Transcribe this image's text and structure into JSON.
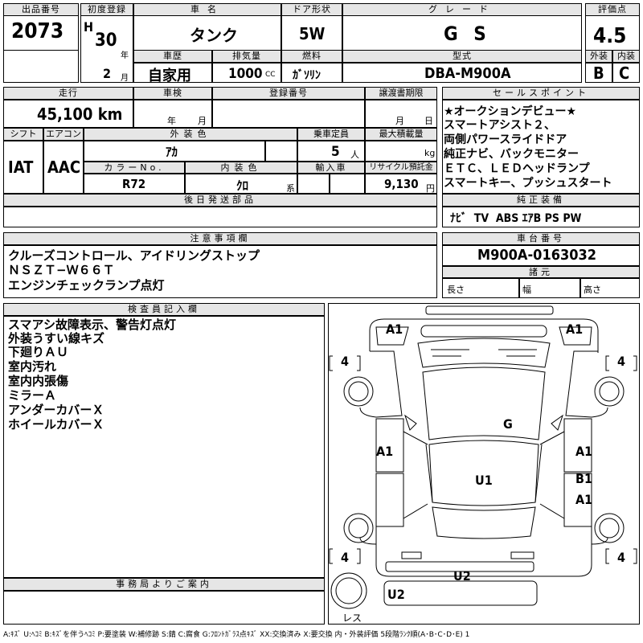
{
  "header": {
    "lot_no_label": "出品番号",
    "lot_no": "2073",
    "first_reg_label": "初度登録",
    "era": "H",
    "year": "30",
    "year_unit": "年",
    "month": "2",
    "month_unit": "月",
    "car_name_label": "車名",
    "car_name": "タンク",
    "door_label": "ドア形状",
    "door": "5W",
    "grade_label": "グレード",
    "grade": "G S",
    "score_label": "評価点",
    "score": "4.5",
    "history_label": "車歴",
    "history": "自家用",
    "displacement_label": "排気量",
    "displacement": "1000",
    "displacement_unit": "CC",
    "fuel_label": "燃料",
    "fuel": "ｶﾞｿﾘﾝ",
    "model_label": "型式",
    "model": "DBA-M900A",
    "exterior_label": "外装",
    "exterior": "B",
    "interior_label": "内装",
    "interior": "C"
  },
  "row2": {
    "mileage_label": "走行",
    "mileage": "45,100 km",
    "inspection_label": "車検",
    "insp_year_unit": "年",
    "insp_month_unit": "月",
    "reg_no_label": "登録番号",
    "transfer_label": "譲渡書期限",
    "transfer_month_unit": "月",
    "transfer_day_unit": "日",
    "shift_label": "シフト",
    "shift": "IAT",
    "ac_label": "エアコン",
    "ac": "AAC",
    "ext_color_label": "外装色",
    "ext_color": "ｱｶ",
    "capacity_label": "乗車定員",
    "capacity": "5",
    "capacity_unit": "人",
    "max_load_label": "最大積載量",
    "max_load_unit": "kg",
    "color_no_label": "カラーNo.",
    "color_no": "R72",
    "int_color_label": "内装色",
    "int_color": "ｸﾛ",
    "int_color_unit": "系",
    "import_label": "輸入車",
    "recycle_label": "リサイクル預託金",
    "recycle": "9,130",
    "recycle_unit": "円",
    "later_parts_label": "後日発送部品"
  },
  "sales_points": {
    "label": "セールスポイント",
    "lines": [
      "★オークションデビュー★",
      "スマートアシスト２、",
      "両側パワースライドドア",
      "純正ナビ、バックモニター",
      "ＥＴＣ、ＬＥＤヘッドランプ",
      "スマートキー、プッシュスタート"
    ],
    "genuine_label": "純正装備",
    "equipment": "ﾅﾋﾞ  TV  ABS ｴｱB PS PW"
  },
  "notes": {
    "label": "注意事項欄",
    "lines": [
      "クルーズコントロール、アイドリングストップ",
      "ＮＳＺＴ−Ｗ６６Ｔ",
      "エンジンチェックランプ点灯"
    ]
  },
  "chassis": {
    "label": "車台番号",
    "value": "M900A-0163032",
    "dims_label": "諸元",
    "length_label": "長さ",
    "width_label": "幅",
    "height_label": "高さ"
  },
  "inspector": {
    "label": "検査員記入欄",
    "lines": [
      "スマアシ故障表示、警告灯点灯",
      "外装うすい線キズ",
      "下廻りＡＵ",
      "室内汚れ",
      "室内内張傷",
      "ミラーＡ",
      "アンダーカバーＸ",
      "ホイールカバーＸ"
    ]
  },
  "office": {
    "label": "事務局よりご案内"
  },
  "diagram": {
    "marks": {
      "a1_front_left": "A1",
      "a1_front_right": "A1",
      "tire_fl": "4",
      "tire_fr": "4",
      "tire_rl": "4",
      "tire_rr": "4",
      "g_windshield": "G",
      "a1_left": "A1",
      "a1_right": "A1",
      "u1_roof": "U1",
      "b1_right": "B1",
      "a1_right_lower": "A1",
      "u2_rear": "U2",
      "u2_rear_left": "U2",
      "spare": "レス"
    }
  },
  "legend": "A:ｷｽﾞ U:ﾍｺﾐ B:ｷｽﾞを伴うﾍｺﾐ P:要塗装 W:補修跡 S:錆 C:腐食 G:ﾌﾛﾝﾄｶﾞﾗｽ点ｷｽﾞ XX:交換済み X:要交換  内・外装評価 5段階ﾗﾝｸ順(A･B･C･D･E) 1"
}
